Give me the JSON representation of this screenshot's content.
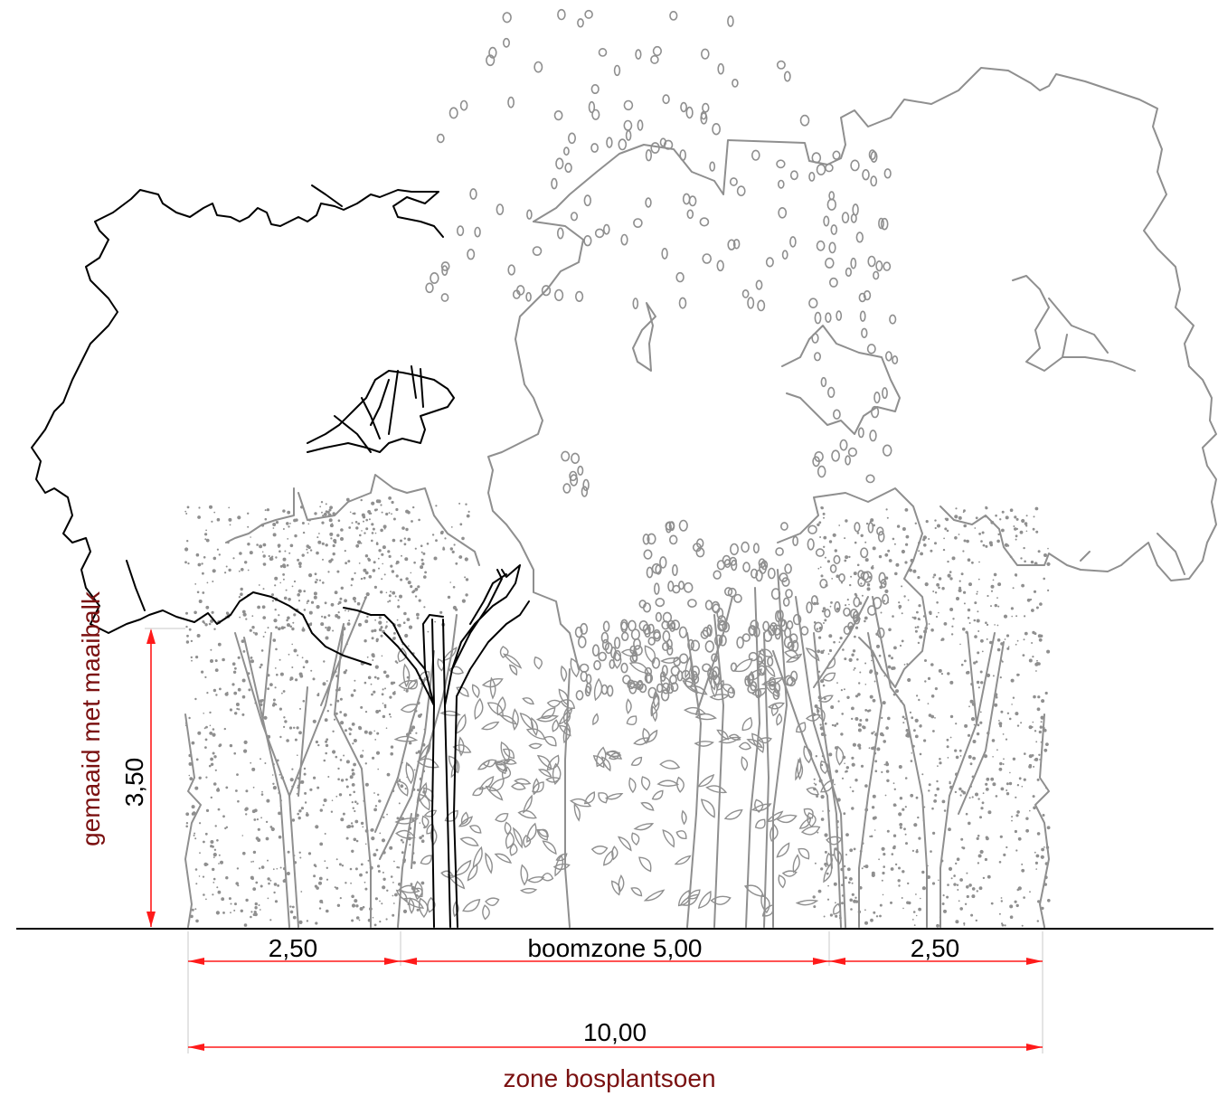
{
  "labels": {
    "height_value": "3,50",
    "height_note": "gemaaid met maaibalk",
    "left_width": "2,50",
    "center_width": "boomzone 5,00",
    "right_width": "2,50",
    "total_width": "10,00",
    "zone_title": "zone bosplantsoen"
  },
  "colors": {
    "outline": "#8f8f8f",
    "tree": "#000000",
    "dimension": "#ff1a1a",
    "note_text": "#7a1010",
    "text": "#000000"
  }
}
